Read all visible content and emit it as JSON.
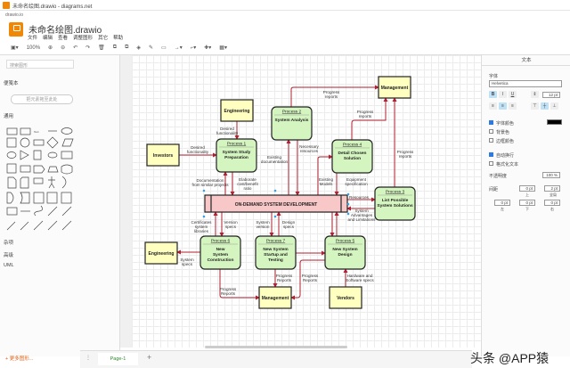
{
  "window": {
    "title": "未命名绘图.drawio - diagrams.net",
    "app": "drawio.io"
  },
  "doc_title": "未命名绘图.drawio",
  "menu": [
    "文件",
    "编辑",
    "查看",
    "调整图形",
    "其它",
    "帮助"
  ],
  "toolbar": {
    "zoom": "100%"
  },
  "left": {
    "search_placeholder": "搜索图形",
    "scratchpad": "便笺本",
    "scratch_btn": "把元素拖至此处",
    "general": "通用",
    "sections": [
      "杂项",
      "高级",
      "UML"
    ],
    "more_shapes": "+ 更多图形..."
  },
  "bottom": {
    "page_tab": "Page-1",
    "add": "+"
  },
  "right": {
    "header": "文本",
    "font_label": "字体",
    "font": "Helvetica",
    "font_size": "12 pt",
    "bold": "B",
    "italic": "I",
    "underline": "U",
    "font_color": "字体颜色",
    "bg_color": "背景色",
    "border_color": "边框颜色",
    "wrap": "自动换行",
    "formatted": "格式化文本",
    "opacity_label": "不透明度",
    "opacity": "100 %",
    "spacing_label": "间距",
    "top_val": "0 pt",
    "global_val": "2 pt",
    "top": "上",
    "global": "全局",
    "left_val": "0 pt",
    "bottom_val": "0 pt",
    "right_val": "0 pt",
    "left": "左",
    "bottom": "下",
    "right": "右",
    "font_color_value": "#000000"
  },
  "diagram": {
    "nodes": {
      "eng_top": "Engineering",
      "investors": "Investors",
      "mgmt_top": "Management",
      "eng_bot": "Engineering",
      "mgmt_bot": "Management",
      "vendors": "Vendors",
      "central": "ON-DEMAND SYSTEM DEVELOPMENT",
      "p1": {
        "id": "Process 1",
        "l1": "System Study",
        "l2": "Preparation"
      },
      "p2": {
        "id": "Process 2",
        "l1": "System Analysis",
        "l2": ""
      },
      "p3": {
        "id": "Process 3",
        "l1": "List Possible",
        "l2": "System Solutions"
      },
      "p4": {
        "id": "Process 4",
        "l1": "Detail Chosen",
        "l2": "Solution"
      },
      "p5": {
        "id": "Process 5",
        "l1": "New System",
        "l2": "Design"
      },
      "p6": {
        "id": "Process 6",
        "l1": "New",
        "l2": "System",
        "l3": "Construction"
      },
      "p7": {
        "id": "Process 7",
        "l1": "New System",
        "l2": "Startup and",
        "l3": "Testing"
      }
    },
    "edges": [
      "Desired",
      "functionality",
      "Desired",
      "functionality",
      "Progress",
      "reports",
      "Progress",
      "reports",
      "Progress",
      "reports",
      "Necessary",
      "resources",
      "Existing",
      "documentation",
      "Documentation",
      "from similar projects",
      "Elaborate",
      "cost/benefit",
      "ratio",
      "Existing",
      "Models",
      "Equipment",
      "specification",
      "Resources",
      "System",
      "Advantages",
      "and Limitations",
      "Certificates",
      "system",
      "libraries",
      "Version",
      "specs",
      "System",
      "version",
      "Design",
      "specs",
      "System",
      "specs",
      "Progress",
      "Reports",
      "Progress",
      "Reports",
      "Progress",
      "Reports",
      "Hardware and",
      "Software specs"
    ]
  },
  "colors": {
    "process_fill": "#d5f5c0",
    "entity_fill": "#ffffc0",
    "central_fill": "#f8c8c8",
    "edge": "#b02030",
    "accent": "#f08705"
  },
  "watermark": "头条 @APP猿"
}
